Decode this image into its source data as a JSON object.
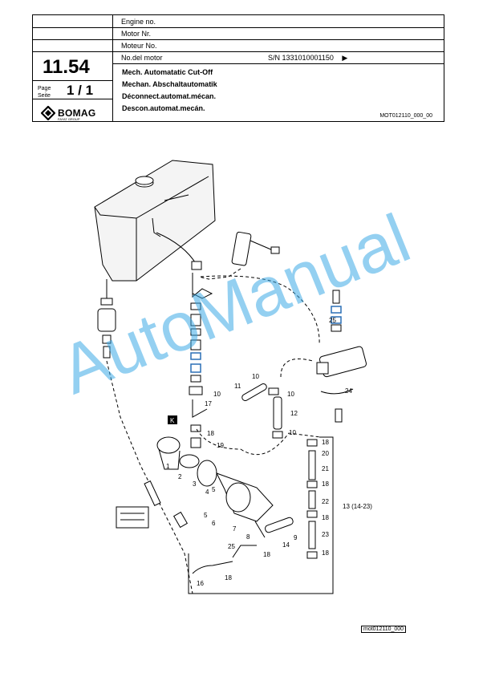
{
  "header": {
    "engine_no": "Engine no.",
    "motor_nr": "Motor Nr.",
    "moteur_no": "Moteur No.",
    "nodel_motor": "No.del motor",
    "serial": "S/N 1331010001150",
    "serial_arrow": "▶",
    "group_number": "11.54",
    "page_label_1": "Page",
    "page_label_2": "Seite",
    "page_value": "1 / 1",
    "brand": "BOMAG",
    "brand_sub": "FAYAT GROUP",
    "titles": [
      "Mech. Automatatic Cut-Off",
      "Mechan. Abschaltautomatik",
      "Déconnect.automat.mécan.",
      "Descon.automat.mecán."
    ],
    "drawing_code": "MOT012110_000_00"
  },
  "diagram": {
    "callouts": [
      "1",
      "2",
      "3",
      "4",
      "5",
      "5",
      "6",
      "7",
      "8",
      "9",
      "10",
      "10",
      "10",
      "10",
      "11",
      "12",
      "13 (14-23)",
      "14",
      "16",
      "17",
      "18",
      "18",
      "18",
      "18",
      "18",
      "18",
      "18",
      "19",
      "20",
      "21",
      "22",
      "23",
      "24",
      "25",
      "25"
    ],
    "k_marker": "K"
  },
  "footer": {
    "figure_ref": "mot012110_000"
  },
  "watermark": "AutoManual"
}
